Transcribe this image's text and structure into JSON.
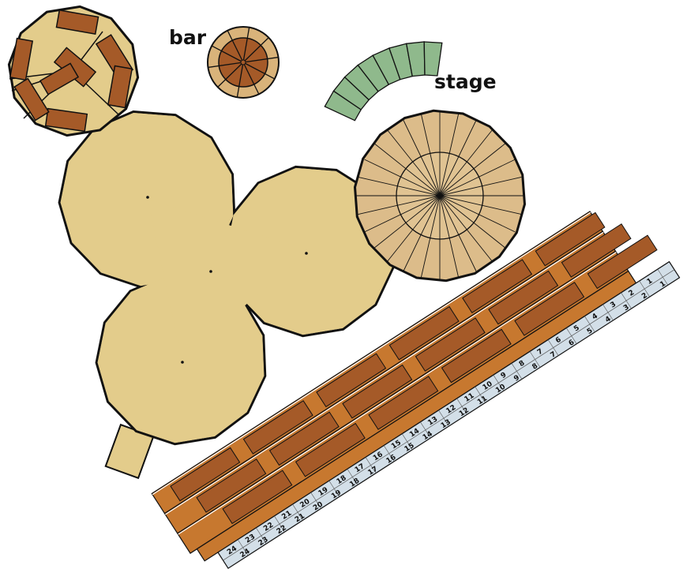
{
  "labels": {
    "bar": "bar",
    "stage": "stage"
  },
  "colors": {
    "sand": "#e3cc8b",
    "sand_light": "#ecd9a3",
    "wood_dark": "#a55a28",
    "wood_light": "#c7782f",
    "stage_wood": "#dcbc8a",
    "stage_green": "#8fb98c",
    "ruler": "#d3dfe8",
    "outline": "#111111"
  },
  "ruler": {
    "upper_numbers": [
      "24",
      "23",
      "22",
      "21",
      "20",
      "19",
      "18",
      "17",
      "16",
      "15",
      "14",
      "13",
      "12",
      "11",
      "10",
      "9",
      "8",
      "7",
      "6",
      "5",
      "4",
      "3",
      "2",
      "1"
    ],
    "lower_numbers": [
      "24",
      "23",
      "22",
      "21",
      "20",
      "19",
      "18",
      "17",
      "16",
      "15",
      "14",
      "13",
      "12",
      "11",
      "10",
      "9",
      "8",
      "7",
      "6",
      "5",
      "4",
      "3",
      "2",
      "1"
    ]
  }
}
